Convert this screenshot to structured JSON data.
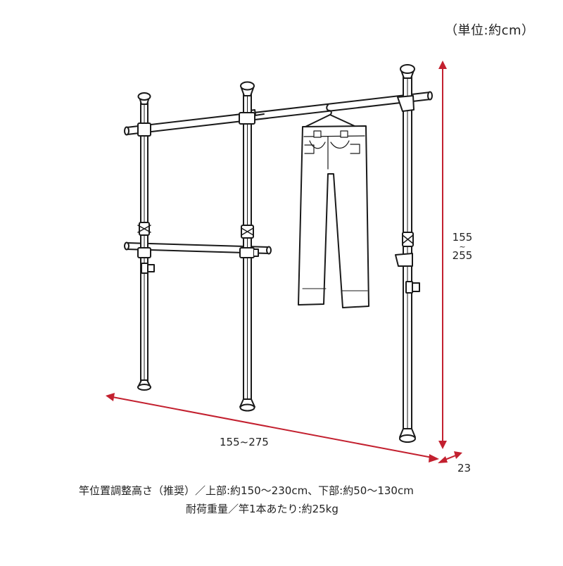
{
  "unit_label": "（単位:約cm）",
  "dimensions": {
    "height_min": "155",
    "height_sep": "~",
    "height_max": "255",
    "width": "155~275",
    "depth": "23"
  },
  "notes": [
    "竿位置調整高さ（推奨）／上部:約150〜230cm、下部:約50〜130cm",
    "耐荷重量／竿1本あたり:約25kg"
  ],
  "colors": {
    "dimension_arrow": "#c3202f",
    "line_art": "#1a1a1a"
  }
}
